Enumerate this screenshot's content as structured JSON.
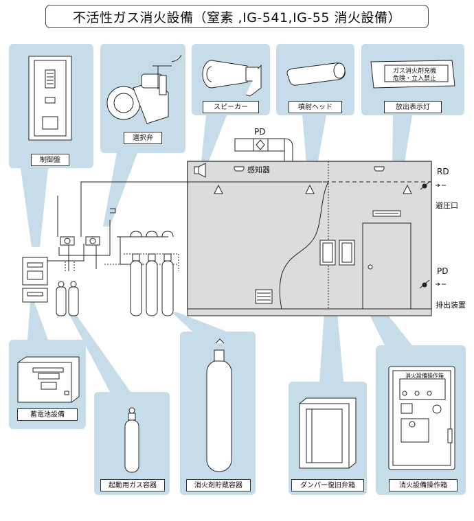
{
  "title": "不活性ガス消火設備（窒素 ,IG-541,IG-55 消火設備）",
  "components": {
    "control_panel": "制御盤",
    "selector_valve": "選択弁",
    "speaker": "スピーカー",
    "nozzle": "噴射ヘッド",
    "discharge_lamp": "放出表示灯",
    "battery": "蓄電池設備",
    "starter_cylinder": "起動用ガス容器",
    "storage_cylinder": "消火剤貯蔵容器",
    "damper_box": "ダンパー復旧弁箱",
    "operation_box": "消火設備操作箱"
  },
  "lamp_sign": {
    "line1": "ガス消火剤充機",
    "line2": "危険・立入禁止"
  },
  "operation_box_sign": "消火設備操作箱",
  "diagram_labels": {
    "pd_top": "PD",
    "sensor": "感知器",
    "rd": "RD",
    "pressure_vent": "避圧口",
    "pd_side": "PD",
    "exhaust": "排出装置"
  },
  "colors": {
    "panel_bg": "#c6dde9",
    "room_bg": "#dcdcdc",
    "line": "#222222"
  }
}
